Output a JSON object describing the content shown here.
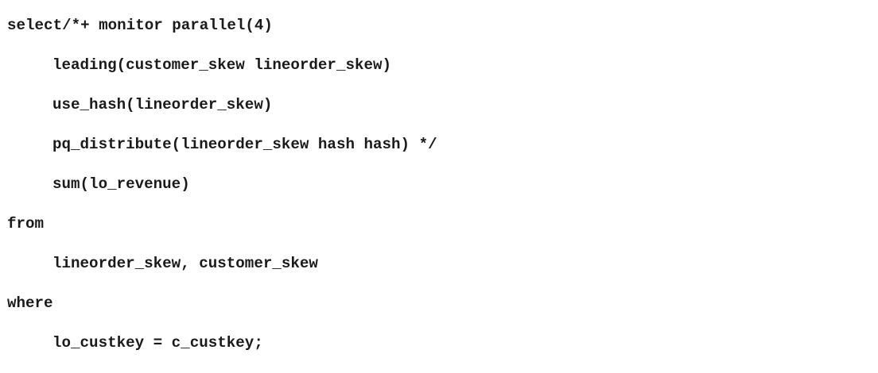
{
  "code": {
    "lines": [
      {
        "text": "select/*+ monitor parallel(4)",
        "indented": false
      },
      {
        "text": "leading(customer_skew lineorder_skew)",
        "indented": true
      },
      {
        "text": "use_hash(lineorder_skew)",
        "indented": true
      },
      {
        "text": "pq_distribute(lineorder_skew hash hash) */",
        "indented": true
      },
      {
        "text": "sum(lo_revenue)",
        "indented": true
      },
      {
        "text": "from",
        "indented": false
      },
      {
        "text": "lineorder_skew, customer_skew",
        "indented": true
      },
      {
        "text": "where",
        "indented": false
      },
      {
        "text": "lo_custkey = c_custkey;",
        "indented": true
      }
    ]
  }
}
